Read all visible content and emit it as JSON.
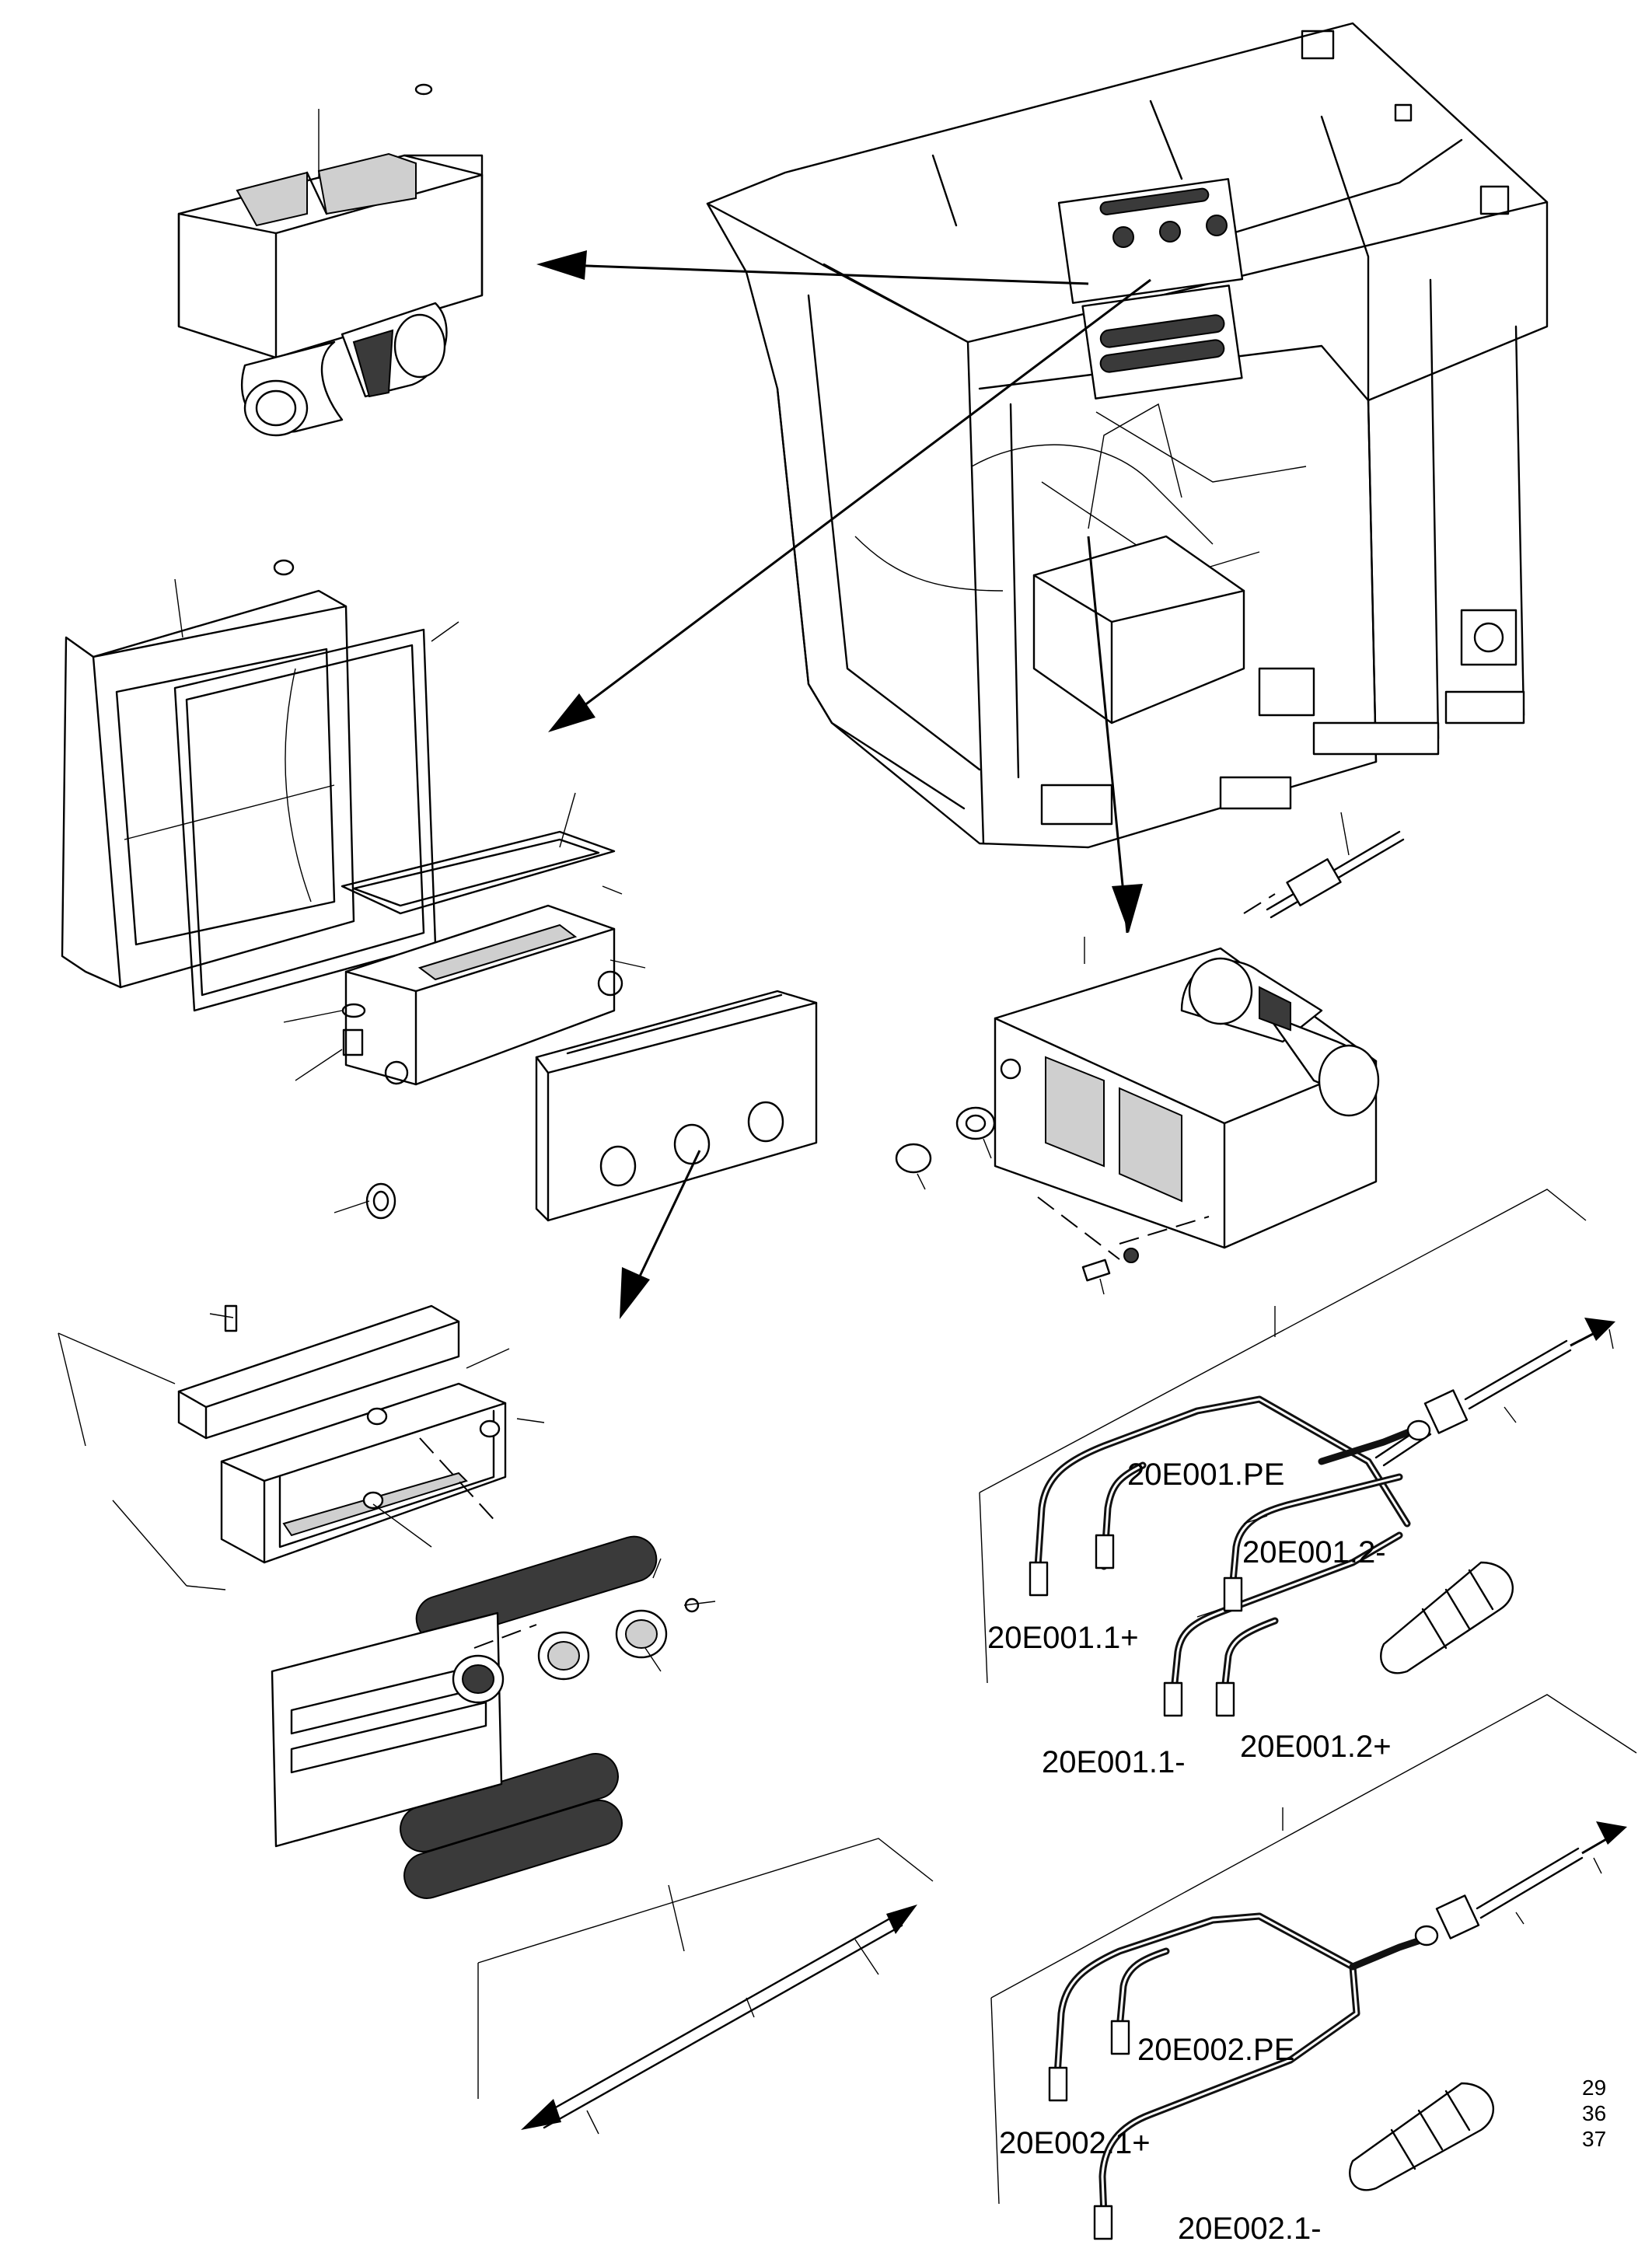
{
  "labels": {
    "e001_pe": "20E001.PE",
    "e001_2_minus": "20E001.2-",
    "e001_1_plus": "20E001.1+",
    "e001_1_minus": "20E001.1-",
    "e001_2_plus": "20E001.2+",
    "e002_pe": "20E002.PE",
    "e002_1_plus": "20E002.1+",
    "e002_1_minus": "20E002.1-"
  },
  "sheet_refs": [
    "29",
    "36",
    "37"
  ],
  "colors": {
    "line": "#000000",
    "background": "#ffffff",
    "shade": "#cfcfcf"
  }
}
